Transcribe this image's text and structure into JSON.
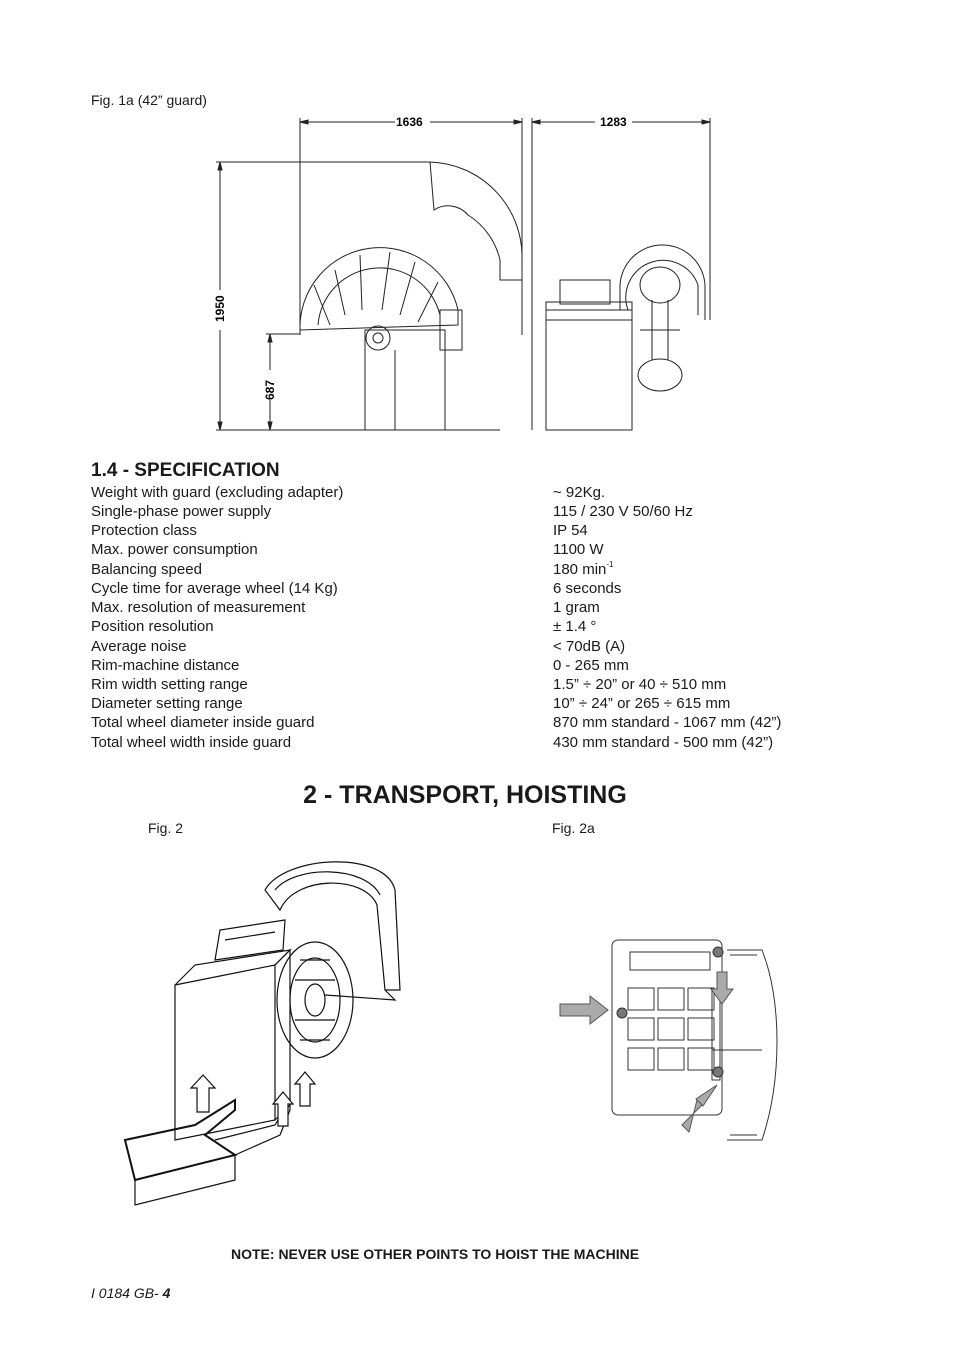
{
  "fig1a": {
    "caption": "Fig. 1a (42” guard)",
    "dims": {
      "width_front": "1636",
      "width_side": "1283",
      "height": "1950",
      "axis_height": "687"
    }
  },
  "spec": {
    "heading": "1.4 - SPECIFICATION",
    "rows": [
      {
        "label": "Weight with guard (excluding adapter)",
        "value": "~ 92Kg."
      },
      {
        "label": "Single-phase power supply",
        "value": "115 / 230 V  50/60 Hz"
      },
      {
        "label": "Protection class",
        "value": "IP 54"
      },
      {
        "label": "Max. power consumption",
        "value": "1100 W"
      },
      {
        "label": "Balancing speed",
        "value": "180 min",
        "sup": "-1"
      },
      {
        "label": "Cycle time for average wheel (14 Kg)",
        "value": "6 seconds"
      },
      {
        "label": "Max. resolution of measurement",
        "value": "1 gram"
      },
      {
        "label": "Position resolution",
        "value": "± 1.4 °"
      },
      {
        "label": "Average noise",
        "value": "< 70dB (A)"
      },
      {
        "label": "Rim-machine distance",
        "value": "0 - 265 mm"
      },
      {
        "label": "Rim width setting range",
        "value": "1.5” ÷ 20” or  40 ÷ 510 mm"
      },
      {
        "label": "Diameter setting range",
        "value": "10” ÷ 24” or 265 ÷ 615 mm"
      },
      {
        "label": "Total wheel diameter inside guard",
        "value": "870 mm standard - 1067 mm (42”)"
      },
      {
        "label": "Total wheel width inside guard",
        "value": "430 mm standard - 500 mm (42”)"
      }
    ]
  },
  "transport": {
    "heading": "2 - TRANSPORT, HOISTING",
    "fig2_caption": "Fig. 2",
    "fig2a_caption": "Fig. 2a",
    "note": "NOTE: NEVER USE OTHER POINTS TO HOIST THE MACHINE"
  },
  "footer": {
    "doc_code": "I 0184  GB- ",
    "page": "4"
  }
}
